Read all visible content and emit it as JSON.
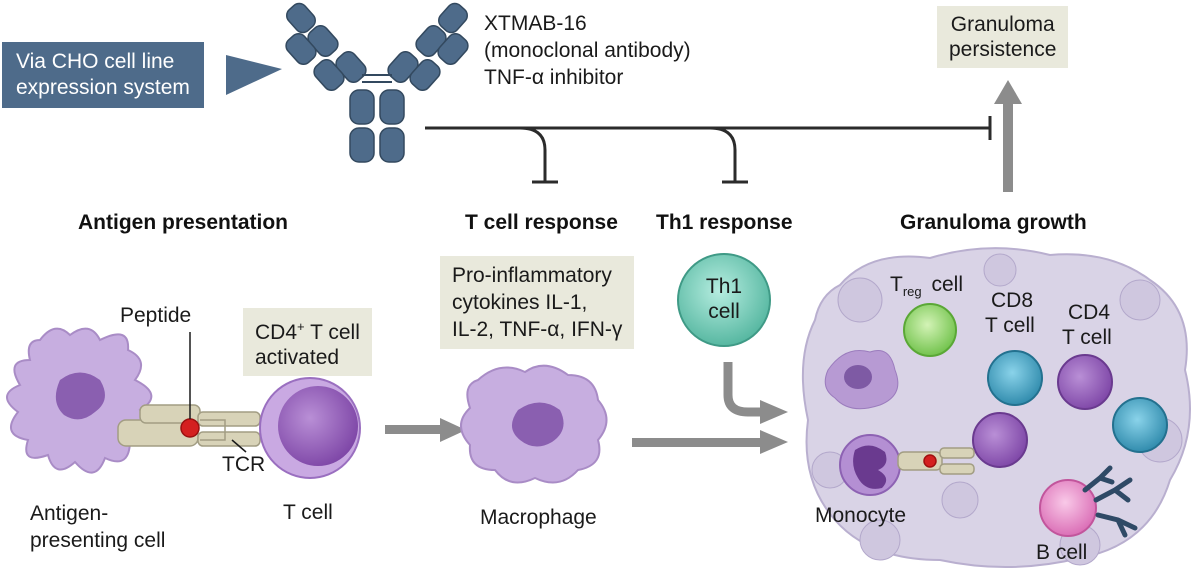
{
  "callout": {
    "line1": "Via CHO cell line",
    "line2": "expression system"
  },
  "drug": {
    "line1": "XTMAB-16",
    "line2": "(monoclonal antibody)",
    "line3": "TNF-α inhibitor"
  },
  "persistence_box": {
    "line1": "Granuloma",
    "line2": "persistence"
  },
  "headings": {
    "antigen_presentation": "Antigen presentation",
    "t_cell_response": "T cell response",
    "th1_response": "Th1 response",
    "granuloma_growth": "Granuloma growth"
  },
  "cytokines_box": {
    "line1": "Pro-inflammatory",
    "line2": "cytokines IL-1,",
    "line3": "IL-2, TNF-α, IFN-γ"
  },
  "cd4_box": {
    "prefix": "CD4",
    "sup": "+",
    "suffix": " T cell",
    "line2": "activated"
  },
  "labels": {
    "peptide": "Peptide",
    "tcr": "TCR",
    "apc_line1": "Antigen-",
    "apc_line2": "presenting cell",
    "t_cell": "T cell",
    "macrophage": "Macrophage",
    "th1_line1": "Th1",
    "th1_line2": "cell",
    "treg_main": "T",
    "treg_sub": "reg",
    "treg_cell": "cell",
    "cd8_line1": "CD8",
    "cd8_line2": "T cell",
    "cd4_line1": "CD4",
    "cd4_line2": "T cell",
    "monocyte": "Monocyte",
    "b_cell": "B cell"
  },
  "colors": {
    "antibody": "#4e6b8a",
    "callout_bg": "#4e6b8a",
    "box_bg": "#e9e9dc",
    "apc": "#c7aee0",
    "t_cell": "#9560b8",
    "th1": "#6fc9b4",
    "treg": "#8fd46a",
    "cd8": "#3aa0c0",
    "b_cell": "#e88bc8",
    "granuloma": "#d9d3e6",
    "arrow": "#8c8c8c",
    "inhibition_line": "#2b2b2b"
  }
}
